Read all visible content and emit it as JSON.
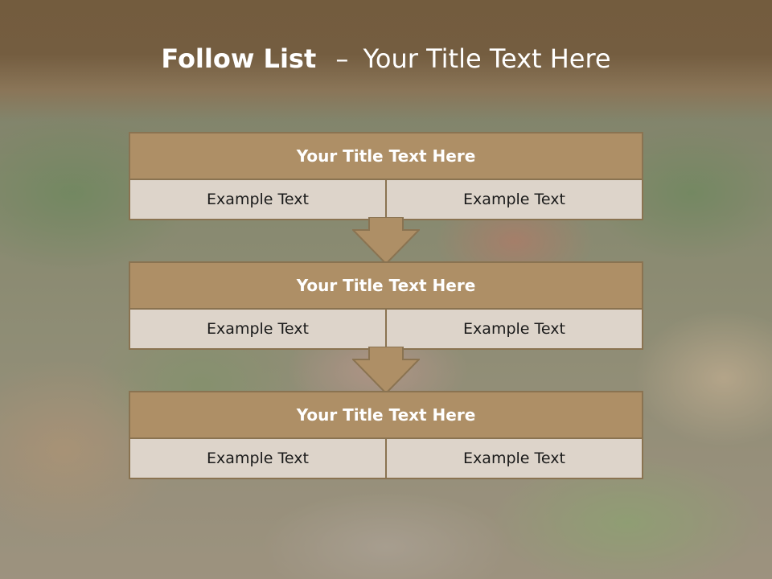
{
  "slide": {
    "title_bold": "Follow List",
    "title_sep": "–",
    "title_rest": "Your Title Text Here",
    "blocks": [
      {
        "title": "Your Title Text Here",
        "left": "Example Text",
        "right": "Example Text"
      },
      {
        "title": "Your Title Text Here",
        "left": "Example Text",
        "right": "Example Text"
      },
      {
        "title": "Your Title Text Here",
        "left": "Example Text",
        "right": "Example Text"
      }
    ],
    "colors": {
      "header": "#745d40",
      "block_title": "#ae8f66",
      "block_border": "#8a7351",
      "cell": "#ddd4ca"
    }
  }
}
